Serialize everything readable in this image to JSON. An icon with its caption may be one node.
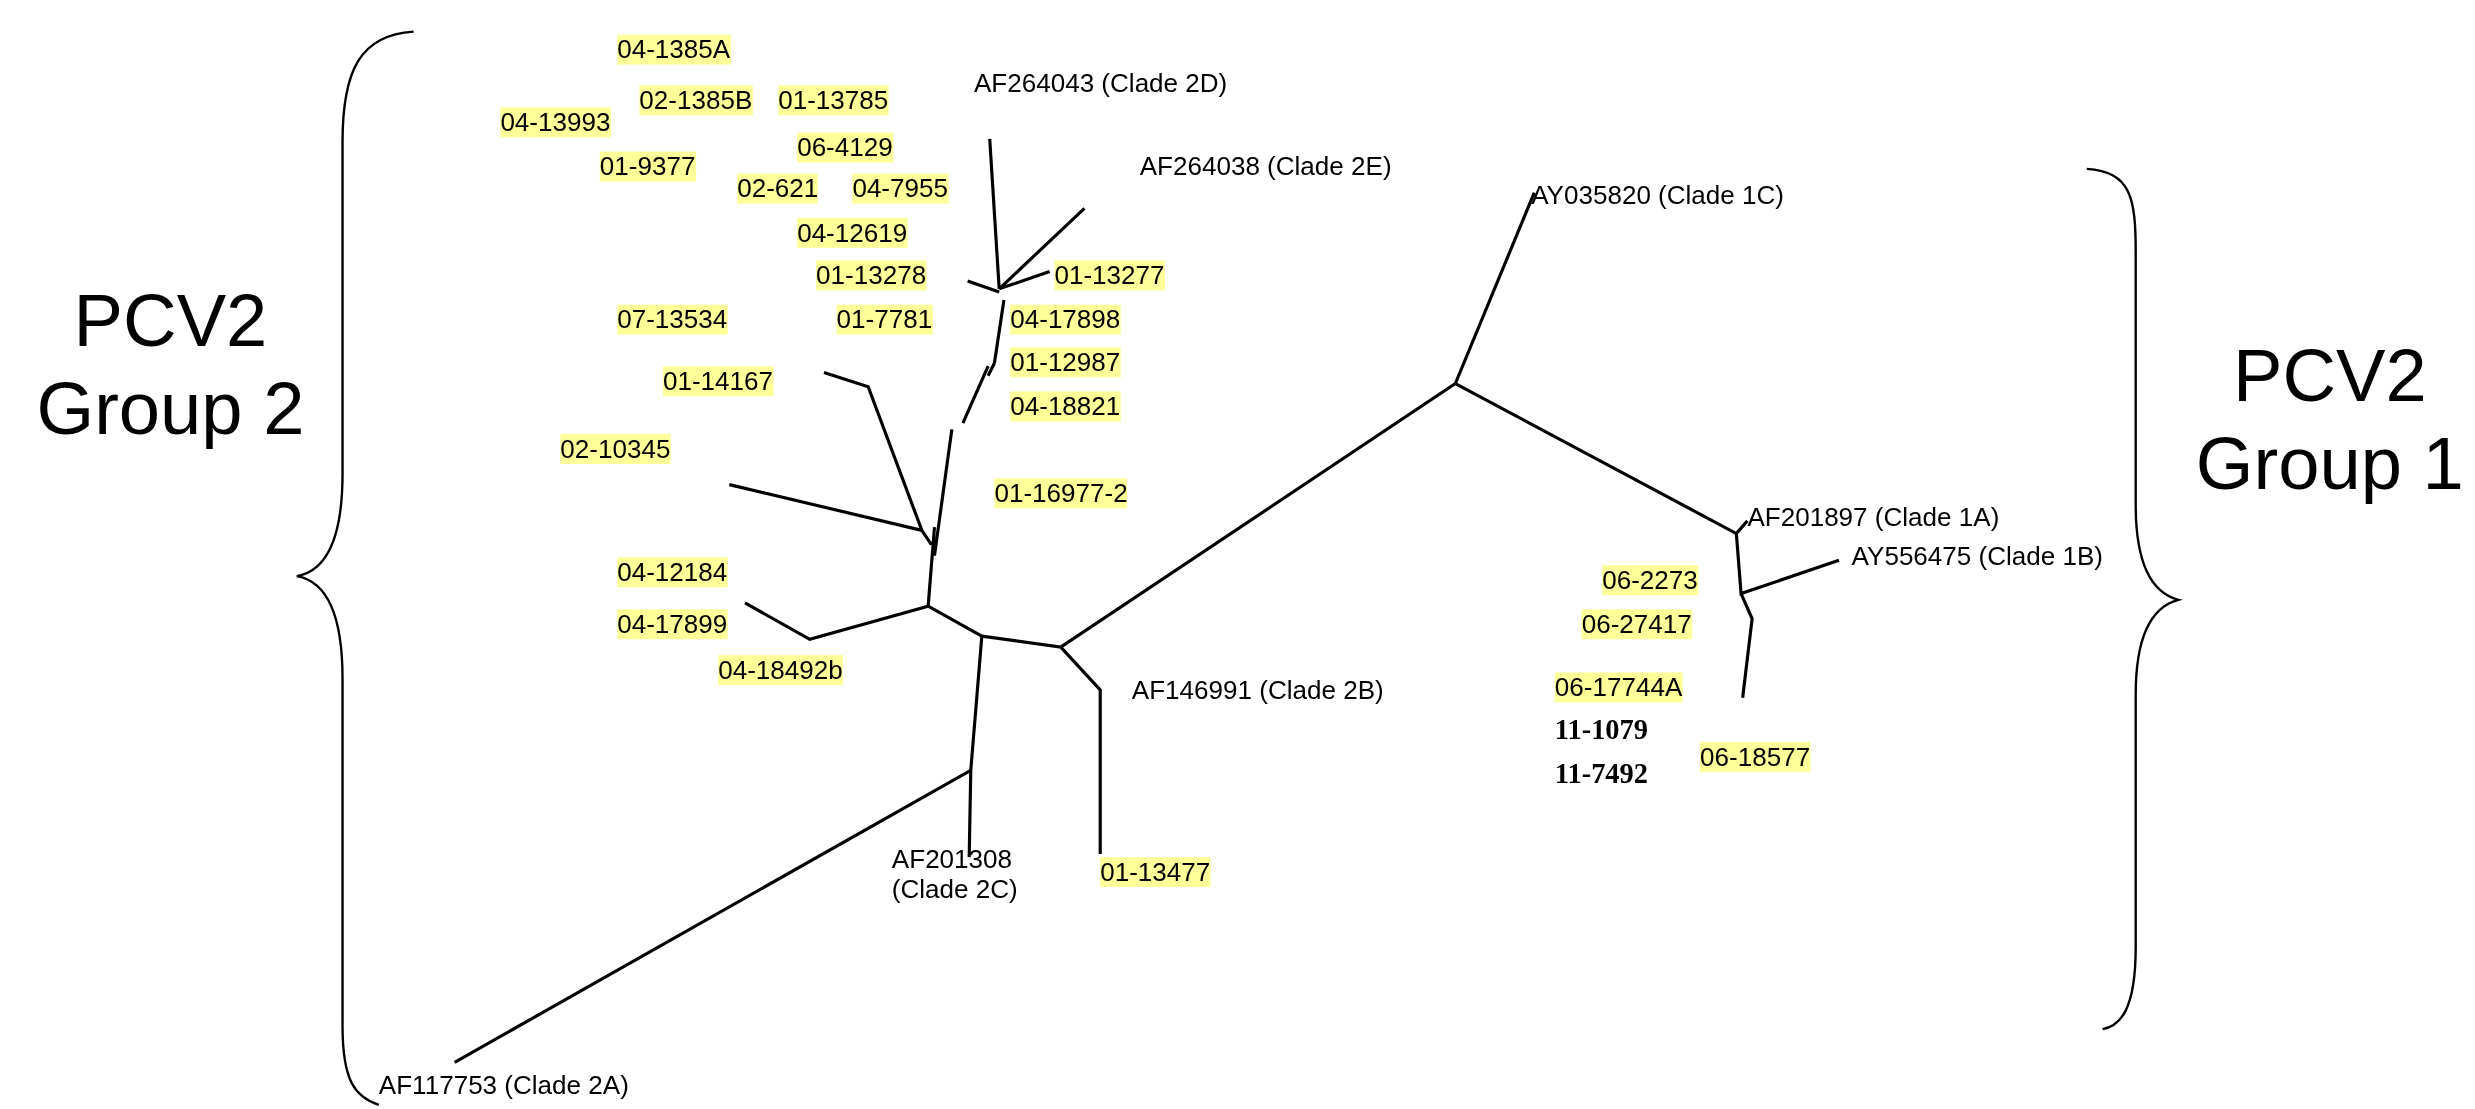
{
  "diagram": {
    "labels": [
      "04-1385A",
      "AF264043 (Clade 2D)",
      "02-1385B",
      "01-13785",
      "04-13993",
      "06-4129",
      "01-9377",
      "AF264038 (Clade 2E)",
      "02-621",
      "04-7955",
      "AY035820 (Clade 1C)",
      "04-12619",
      "01-13278",
      "01-13277",
      "PCV2 Group 2",
      "07-13534",
      "01-7781",
      "04-17898",
      "PCV2 Group 1",
      "01-12987",
      "01-14167",
      "04-18821",
      "02-10345",
      "01-16977-2",
      "AF201897 (Clade 1A)",
      "AY556475 (Clade 1B)",
      "04-12184",
      "06-2273",
      "04-17899",
      "06-27417",
      "04-18492b",
      "AF146991 (Clade 2B)",
      "06-17744A",
      "11-1079",
      "06-18577",
      "11-7492",
      "AF201308 (Clade 2C)",
      "01-13477",
      "AF117753 (Clade 2A)"
    ]
  }
}
